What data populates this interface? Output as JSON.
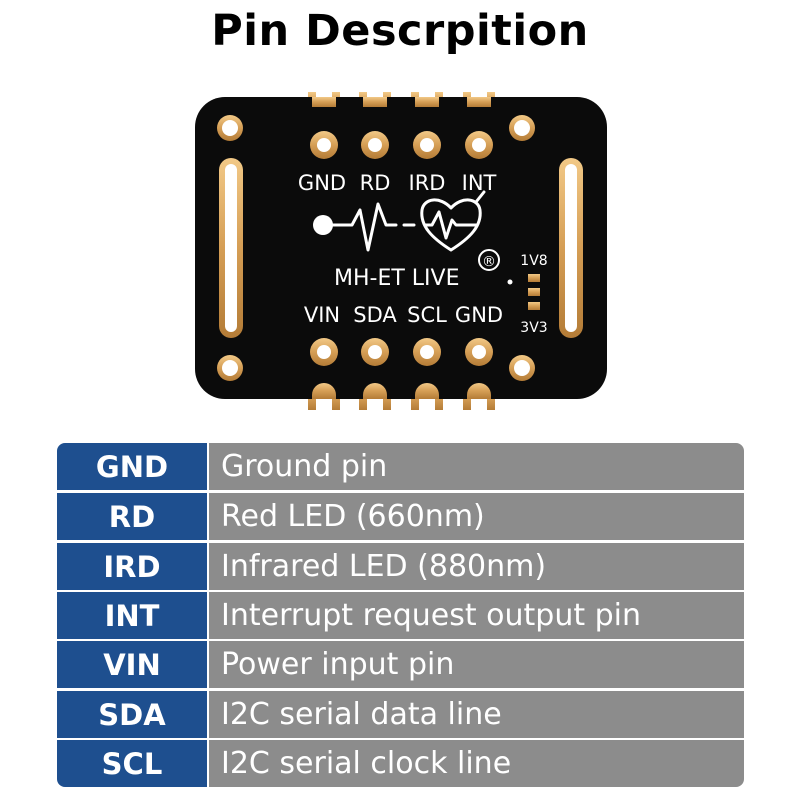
{
  "title": "Pin Descrpition",
  "board": {
    "brand": "MH-ET LIVE",
    "registered_mark": "®",
    "top_labels": [
      "GND",
      "RD",
      "IRD",
      "INT"
    ],
    "bottom_labels": [
      "VIN",
      "SDA",
      "SCL",
      "GND"
    ],
    "jumper_top": "1V8",
    "jumper_bottom": "3V3"
  },
  "pins": [
    {
      "pin": "GND",
      "description": "Ground pin"
    },
    {
      "pin": "RD",
      "description": "Red LED (660nm)"
    },
    {
      "pin": "IRD",
      "description": "Infrared LED (880nm)"
    },
    {
      "pin": "INT",
      "description": "Interrupt request output pin"
    },
    {
      "pin": "VIN",
      "description": "Power input pin"
    },
    {
      "pin": "SDA",
      "description": "I2C serial data line"
    },
    {
      "pin": "SCL",
      "description": "I2C serial clock line"
    }
  ],
  "colors": {
    "pin_cell": "#1e4f8f",
    "desc_cell": "#8c8c8c",
    "board": "#0b0b0b",
    "gold": "#d9a55a"
  }
}
